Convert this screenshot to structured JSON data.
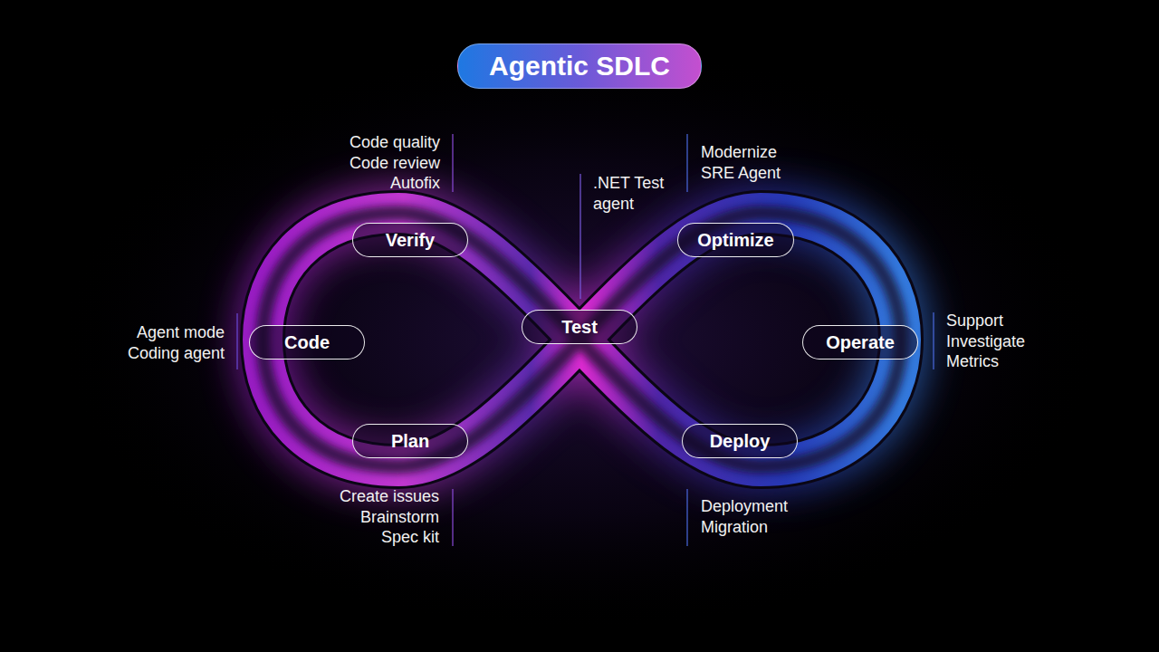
{
  "diagram": {
    "title": "Agentic SDLC",
    "nodes": [
      {
        "text": [
          "Verify"
        ]
      },
      {
        "text": [
          "Optimize"
        ]
      },
      {
        "text": [
          "Code"
        ]
      },
      {
        "text": [
          "Test"
        ]
      },
      {
        "text": [
          "Operate"
        ]
      },
      {
        "text": [
          "Plan"
        ]
      },
      {
        "text": [
          "Deploy"
        ]
      }
    ],
    "labels": [
      "Code quality",
      "Code review",
      "Autofix",
      ".NET Test agent",
      "Modernize",
      "SRE Agent",
      "Agent mode",
      "Coding agent",
      "Support",
      "Investigate",
      "Metrics",
      "Create issues",
      "Brainstorm",
      "Spec kit",
      "Deployment",
      "Migration"
    ]
  }
}
